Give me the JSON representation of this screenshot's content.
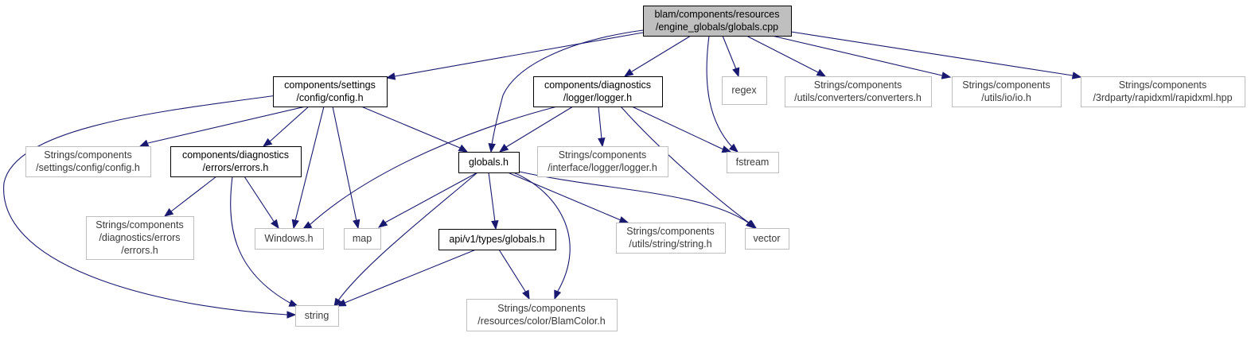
{
  "colors": {
    "edge": "#191970",
    "root_fill": "#bfbfbf",
    "root_border": "#000000",
    "documented_border": "#000000",
    "undocumented_border": "#bfbfbf",
    "background": "#ffffff"
  },
  "nodes": [
    {
      "id": "root",
      "kind": "root",
      "lines": [
        "blam/components/resources",
        "/engine_globals/globals.cpp"
      ]
    },
    {
      "id": "config-h",
      "kind": "documented",
      "lines": [
        "components/settings",
        "/config/config.h"
      ]
    },
    {
      "id": "logger-h",
      "kind": "documented",
      "lines": [
        "components/diagnostics",
        "/logger/logger.h"
      ]
    },
    {
      "id": "regex",
      "kind": "external",
      "lines": [
        "regex"
      ]
    },
    {
      "id": "strings-converters-h",
      "kind": "external",
      "lines": [
        "Strings/components",
        "/utils/converters/converters.h"
      ]
    },
    {
      "id": "strings-io-h",
      "kind": "external",
      "lines": [
        "Strings/components",
        "/utils/io/io.h"
      ]
    },
    {
      "id": "strings-rapidxml-hpp",
      "kind": "external",
      "lines": [
        "Strings/components",
        "/3rdparty/rapidxml/rapidxml.hpp"
      ]
    },
    {
      "id": "strings-config-h",
      "kind": "external",
      "lines": [
        "Strings/components",
        "/settings/config/config.h"
      ]
    },
    {
      "id": "errors-h",
      "kind": "documented",
      "lines": [
        "components/diagnostics",
        "/errors/errors.h"
      ]
    },
    {
      "id": "globals-h",
      "kind": "documented",
      "lines": [
        "globals.h"
      ]
    },
    {
      "id": "strings-logger-h",
      "kind": "external",
      "lines": [
        "Strings/components",
        "/interface/logger/logger.h"
      ]
    },
    {
      "id": "fstream",
      "kind": "external",
      "lines": [
        "fstream"
      ]
    },
    {
      "id": "strings-errors-h",
      "kind": "external",
      "lines": [
        "Strings/components",
        "/diagnostics/errors",
        "/errors.h"
      ]
    },
    {
      "id": "windows-h",
      "kind": "external",
      "lines": [
        "Windows.h"
      ]
    },
    {
      "id": "map",
      "kind": "external",
      "lines": [
        "map"
      ]
    },
    {
      "id": "api-globals-h",
      "kind": "documented",
      "lines": [
        "api/v1/types/globals.h"
      ]
    },
    {
      "id": "strings-string-h",
      "kind": "external",
      "lines": [
        "Strings/components",
        "/utils/string/string.h"
      ]
    },
    {
      "id": "vector",
      "kind": "external",
      "lines": [
        "vector"
      ]
    },
    {
      "id": "string",
      "kind": "external",
      "lines": [
        "string"
      ]
    },
    {
      "id": "strings-blamcolor-h",
      "kind": "external",
      "lines": [
        "Strings/components",
        "/resources/color/BlamColor.h"
      ]
    }
  ],
  "edges": [
    {
      "from": "root",
      "to": "config-h"
    },
    {
      "from": "root",
      "to": "logger-h"
    },
    {
      "from": "root",
      "to": "globals-h"
    },
    {
      "from": "root",
      "to": "regex"
    },
    {
      "from": "root",
      "to": "fstream"
    },
    {
      "from": "root",
      "to": "strings-converters-h"
    },
    {
      "from": "root",
      "to": "strings-io-h"
    },
    {
      "from": "root",
      "to": "strings-rapidxml-hpp"
    },
    {
      "from": "config-h",
      "to": "strings-config-h"
    },
    {
      "from": "config-h",
      "to": "errors-h"
    },
    {
      "from": "config-h",
      "to": "windows-h"
    },
    {
      "from": "config-h",
      "to": "map"
    },
    {
      "from": "config-h",
      "to": "globals-h"
    },
    {
      "from": "config-h",
      "to": "string"
    },
    {
      "from": "logger-h",
      "to": "windows-h"
    },
    {
      "from": "logger-h",
      "to": "globals-h"
    },
    {
      "from": "logger-h",
      "to": "strings-logger-h"
    },
    {
      "from": "logger-h",
      "to": "fstream"
    },
    {
      "from": "logger-h",
      "to": "vector"
    },
    {
      "from": "errors-h",
      "to": "strings-errors-h"
    },
    {
      "from": "errors-h",
      "to": "windows-h"
    },
    {
      "from": "errors-h",
      "to": "string"
    },
    {
      "from": "globals-h",
      "to": "map"
    },
    {
      "from": "globals-h",
      "to": "api-globals-h"
    },
    {
      "from": "globals-h",
      "to": "strings-string-h"
    },
    {
      "from": "globals-h",
      "to": "vector"
    },
    {
      "from": "globals-h",
      "to": "string"
    },
    {
      "from": "globals-h",
      "to": "strings-blamcolor-h"
    },
    {
      "from": "api-globals-h",
      "to": "string"
    },
    {
      "from": "api-globals-h",
      "to": "strings-blamcolor-h"
    }
  ]
}
